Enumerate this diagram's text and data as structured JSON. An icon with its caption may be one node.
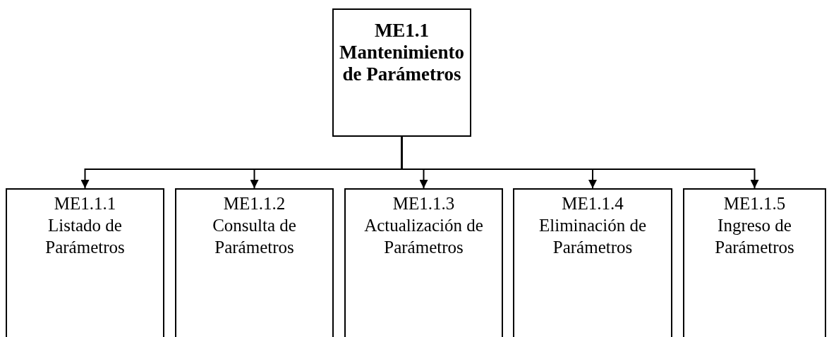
{
  "diagram": {
    "nodes": [
      {
        "text": [
          "ME1.1",
          "Mantenimiento de Parámetros"
        ]
      },
      {
        "text": [
          "ME1.1.1",
          "Listado de Parámetros"
        ]
      },
      {
        "text": [
          "ME1.1.2",
          "Consulta de Parámetros"
        ]
      },
      {
        "text": [
          "ME1.1.3",
          "Actualización de Parámetros"
        ]
      },
      {
        "text": [
          "ME1.1.4",
          "Eliminación de Parámetros"
        ]
      },
      {
        "text": [
          "ME1.1.5",
          "Ingreso de Parámetros"
        ]
      }
    ],
    "edges": [
      {
        "from": 0,
        "to": 1,
        "arrow": "to"
      },
      {
        "from": 0,
        "to": 2,
        "arrow": "to"
      },
      {
        "from": 0,
        "to": 3,
        "arrow": "to"
      },
      {
        "from": 0,
        "to": 4,
        "arrow": "to"
      },
      {
        "from": 0,
        "to": 5,
        "arrow": "to"
      }
    ]
  }
}
